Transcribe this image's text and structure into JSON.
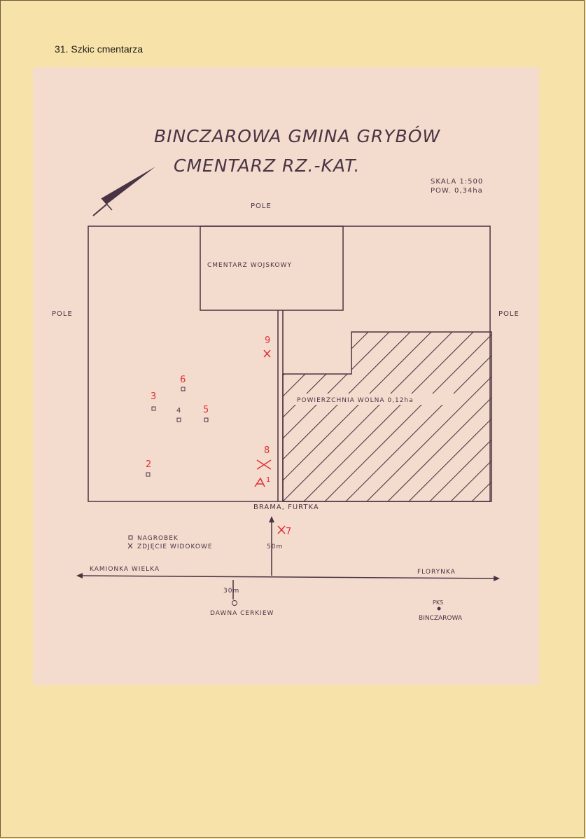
{
  "caption": "31. Szkic cmentarza",
  "map": {
    "title_line1": "BINCZAROWA GMINA GRYBÓW",
    "title_line2": "CMENTARZ RZ.-KAT.",
    "scale": "SKALA 1:500",
    "area": "POW. 0,34ha",
    "pole_top": "POLE",
    "pole_left": "POLE",
    "pole_right": "POLE",
    "military_cemetery": "CMENTARZ WOJSKOWY",
    "free_area": "POWIERZCHNIA WOLNA 0,12ha",
    "gate": "BRAMA, FURTKA",
    "distance_to_road": "50m",
    "distance_to_church": "30m",
    "road_west": "KAMIONKA WIELKA",
    "road_east": "FLORYNKA",
    "old_church": "DAWNA CERKIEW",
    "bus_stop_label": "PKS",
    "bus_stop_name": "BINCZAROWA",
    "legend": {
      "grave": "NAGROBEK",
      "photo": "ZDJĘCIE WIDOKOWE"
    },
    "marker_labels": {
      "m2": "2",
      "m3": "3",
      "m4": "4",
      "m5": "5",
      "m6": "6",
      "m7": "7",
      "m8": "8",
      "m9": "9",
      "m1": "1"
    }
  }
}
